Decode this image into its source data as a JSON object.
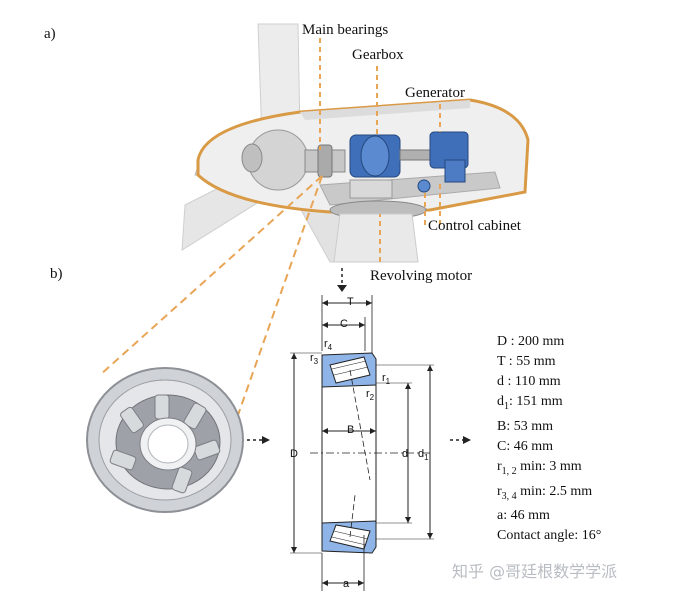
{
  "panels": {
    "a": "a)",
    "b": "b)"
  },
  "turbine_callouts": {
    "main_bearings": "Main bearings",
    "gearbox": "Gearbox",
    "generator": "Generator",
    "control_cabinet": "Control cabinet",
    "revolving_motor": "Revolving motor"
  },
  "dimension_labels": {
    "T": "T",
    "C": "C",
    "B": "B",
    "D": "D",
    "d": "d",
    "d1": "d",
    "d1_sub": "1",
    "a": "a",
    "r1": "r",
    "r1_sub": "1",
    "r2": "r",
    "r2_sub": "2",
    "r3": "r",
    "r3_sub": "3",
    "r4": "r",
    "r4_sub": "4"
  },
  "specs": {
    "D": "D : 200 mm",
    "T": "T : 55 mm",
    "d": "d : 110 mm",
    "d1_pre": "d",
    "d1_sub": "1",
    "d1_post": ": 151 mm",
    "B": "B: 53 mm",
    "C": "C: 46 mm",
    "r12_pre": "r",
    "r12_sub": "1, 2",
    "r12_post": " min: 3 mm",
    "r34_pre": "r",
    "r34_sub": "3, 4",
    "r34_post": " min: 2.5 mm",
    "a": "a: 46 mm",
    "contact_angle": "Contact angle: 16°"
  },
  "watermark": "知乎 @哥廷根数学学派",
  "colors": {
    "nacelle_outline": "#d99a46",
    "gearbox_blue": "#3f6fb8",
    "bearing_blue": "#8fb5e8",
    "leader_orange": "#e8a556",
    "steel": "#b8bcc2"
  }
}
